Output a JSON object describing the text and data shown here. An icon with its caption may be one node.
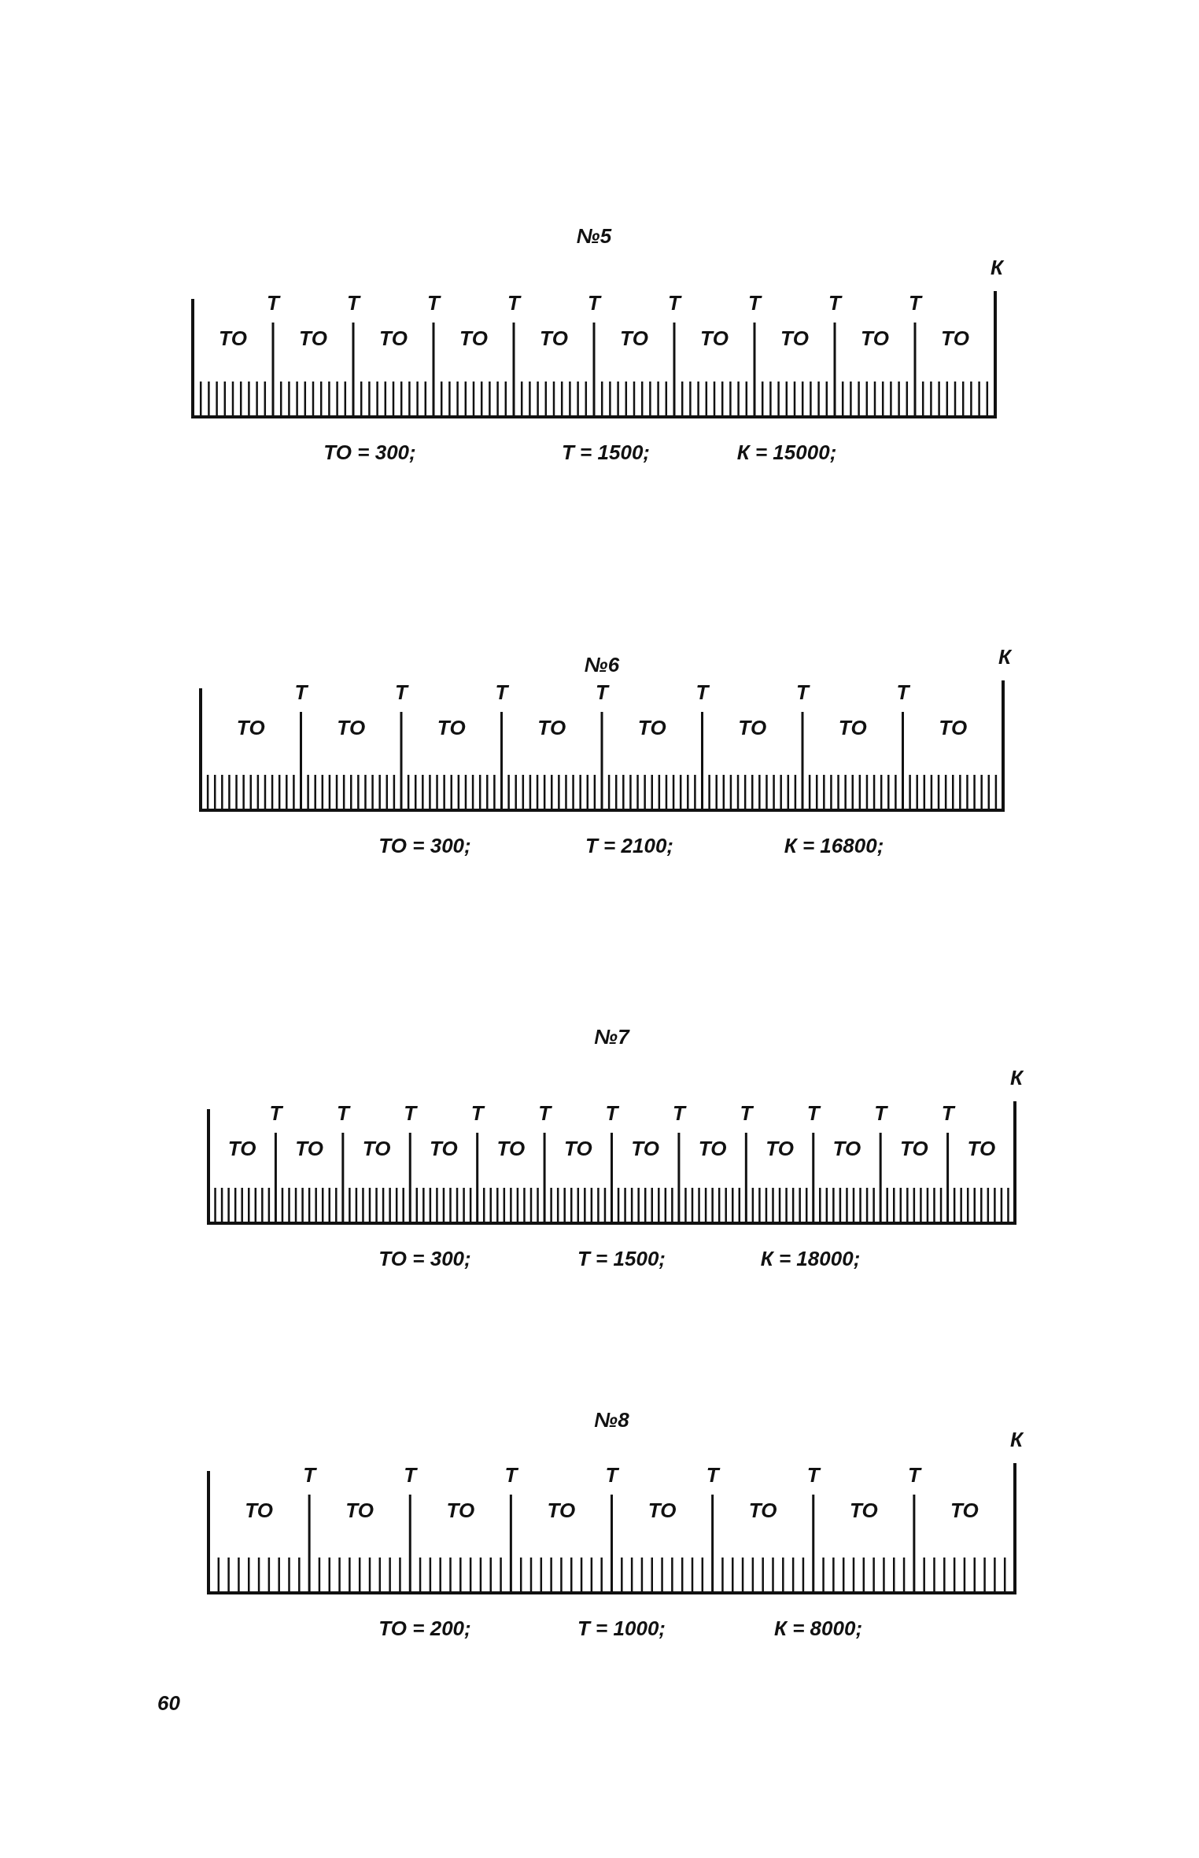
{
  "diagram": {
    "labels": [
      "№5",
      "К",
      "Т",
      "Т",
      "Т",
      "Т",
      "Т",
      "Т",
      "Т",
      "Т",
      "Т",
      "ТО",
      "ТО",
      "ТО",
      "ТО",
      "ТО",
      "ТО",
      "ТО",
      "ТО",
      "ТО",
      "ТО",
      "ТО = 300;",
      "Т = 1500;",
      "К = 15000;",
      "№6",
      "К",
      "Т",
      "Т",
      "Т",
      "Т",
      "Т",
      "Т",
      "Т",
      "ТО",
      "ТО",
      "ТО",
      "ТО",
      "ТО",
      "ТО",
      "ТО",
      "ТО",
      "ТО = 300;",
      "Т = 2100;",
      "К = 16800;",
      "№7",
      "К",
      "Т",
      "Т",
      "Т",
      "Т",
      "Т",
      "Т",
      "Т",
      "Т",
      "Т",
      "Т",
      "Т",
      "ТО",
      "ТО",
      "ТО",
      "ТО",
      "ТО",
      "ТО",
      "ТО",
      "ТО",
      "ТО",
      "ТО",
      "ТО",
      "ТО",
      "ТО = 300;",
      "Т = 1500;",
      "К = 18000;",
      "№8",
      "К",
      "Т",
      "Т",
      "Т",
      "Т",
      "Т",
      "Т",
      "Т",
      "ТО",
      "ТО",
      "ТО",
      "ТО",
      "ТО",
      "ТО",
      "ТО",
      "ТО",
      "ТО = 200;",
      "Т = 1000;",
      "К = 8000;",
      "60"
    ]
  }
}
